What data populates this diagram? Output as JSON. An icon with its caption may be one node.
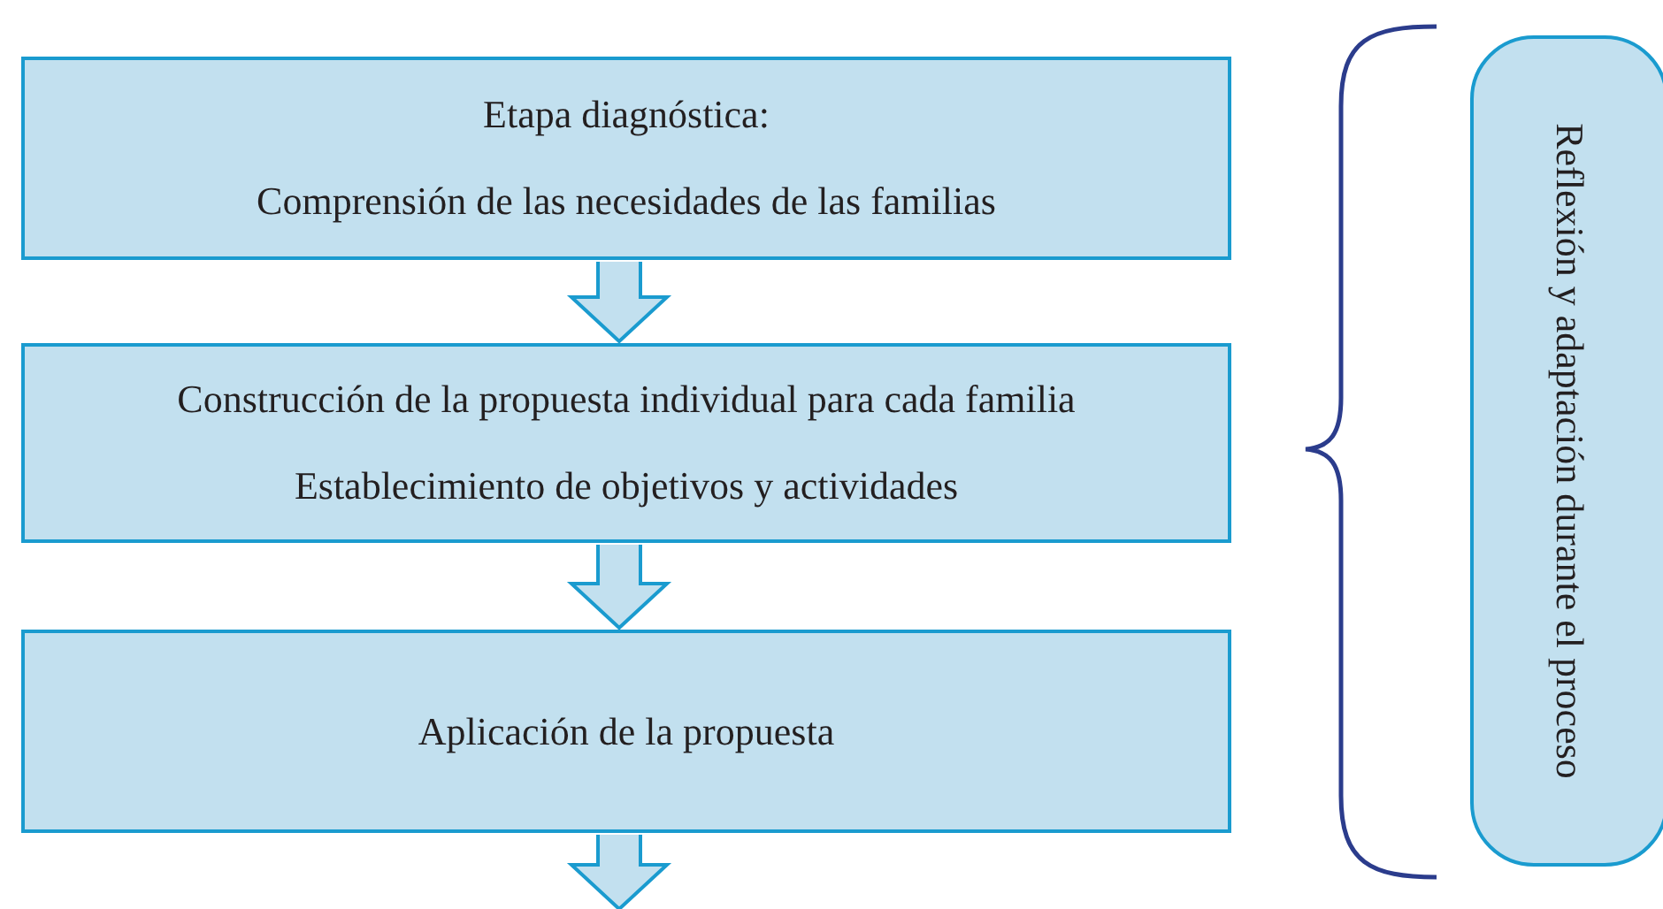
{
  "diagram": {
    "nodes": [
      {
        "text": [
          "Etapa diagnóstica:",
          "Comprensión de las necesidades de las familias"
        ]
      },
      {
        "text": [
          "Construcción de la propuesta individual para cada familia",
          "Establecimiento de objetivos y actividades"
        ]
      },
      {
        "text": [
          "Aplicación de la propuesta"
        ]
      },
      {
        "text": [
          "Reflexión y adaptación durante el proceso"
        ]
      }
    ],
    "edges": [
      {
        "from": 0,
        "to": 1,
        "arrow": "to"
      },
      {
        "from": 1,
        "to": 2,
        "arrow": "to"
      },
      {
        "from": 2,
        "to": null,
        "arrow": "to"
      }
    ]
  }
}
